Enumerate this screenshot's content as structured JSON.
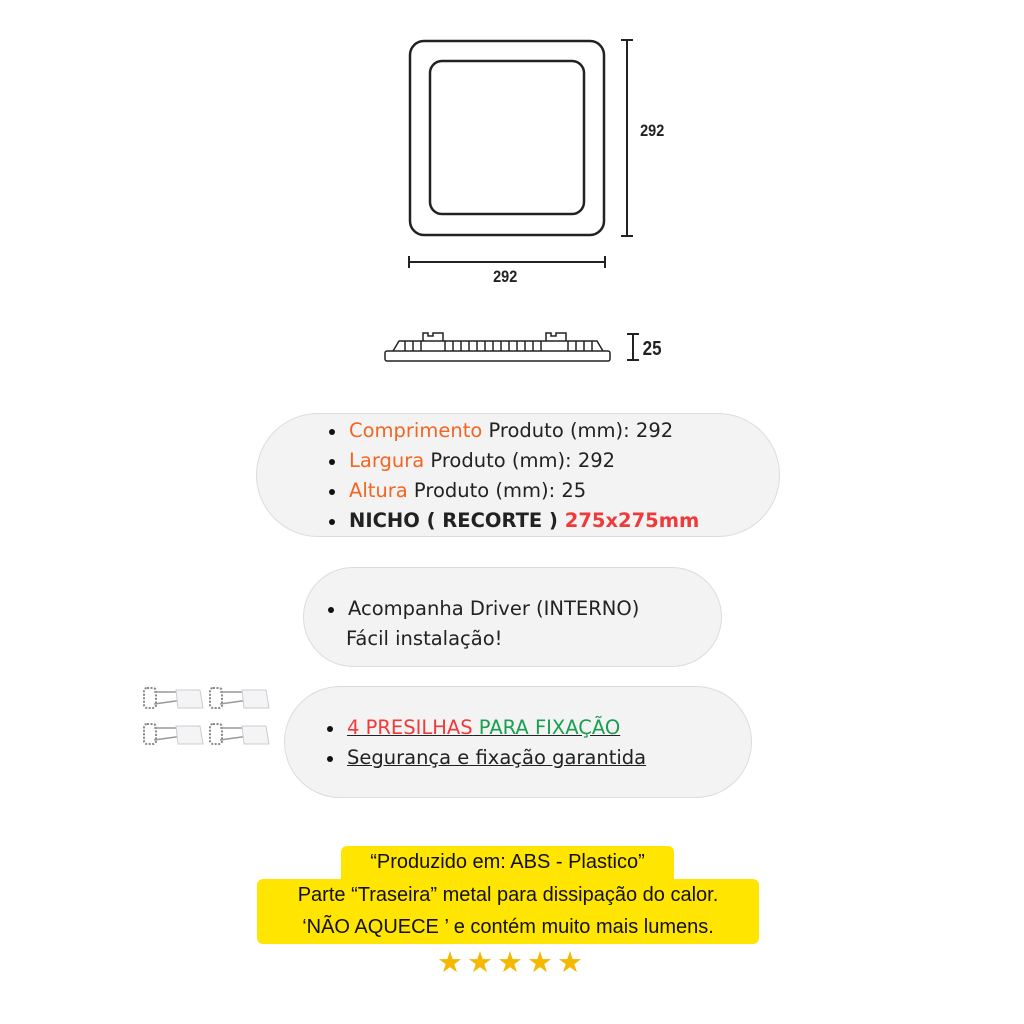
{
  "drawing": {
    "width_label": "292",
    "height_label": "292",
    "depth_label": "25"
  },
  "specs": {
    "items": [
      {
        "highlight": "Comprimento",
        "rest": " Produto (mm): 292"
      },
      {
        "highlight": "Largura",
        "rest": " Produto (mm): 292"
      },
      {
        "highlight": "Altura",
        "rest": " Produto (mm): 25"
      }
    ],
    "niche_label": "NICHO ( RECORTE ) ",
    "niche_value": "275x275mm"
  },
  "driver": {
    "line1": "Acompanha Driver (INTERNO)",
    "line2": "Fácil instalação!"
  },
  "clips": {
    "red": "4 PRESILHAS",
    "green": " PARA FIXAÇÃO",
    "line2": " Segurança e fixação garantida"
  },
  "notes": [
    "“Produzido em: ABS - Plastico”",
    "Parte “Traseira” metal para dissipação do calor.",
    "‘NÃO AQUECE ’ e contém muito mais lumens."
  ],
  "rating": {
    "stars": 5,
    "color": "#f5b800"
  }
}
